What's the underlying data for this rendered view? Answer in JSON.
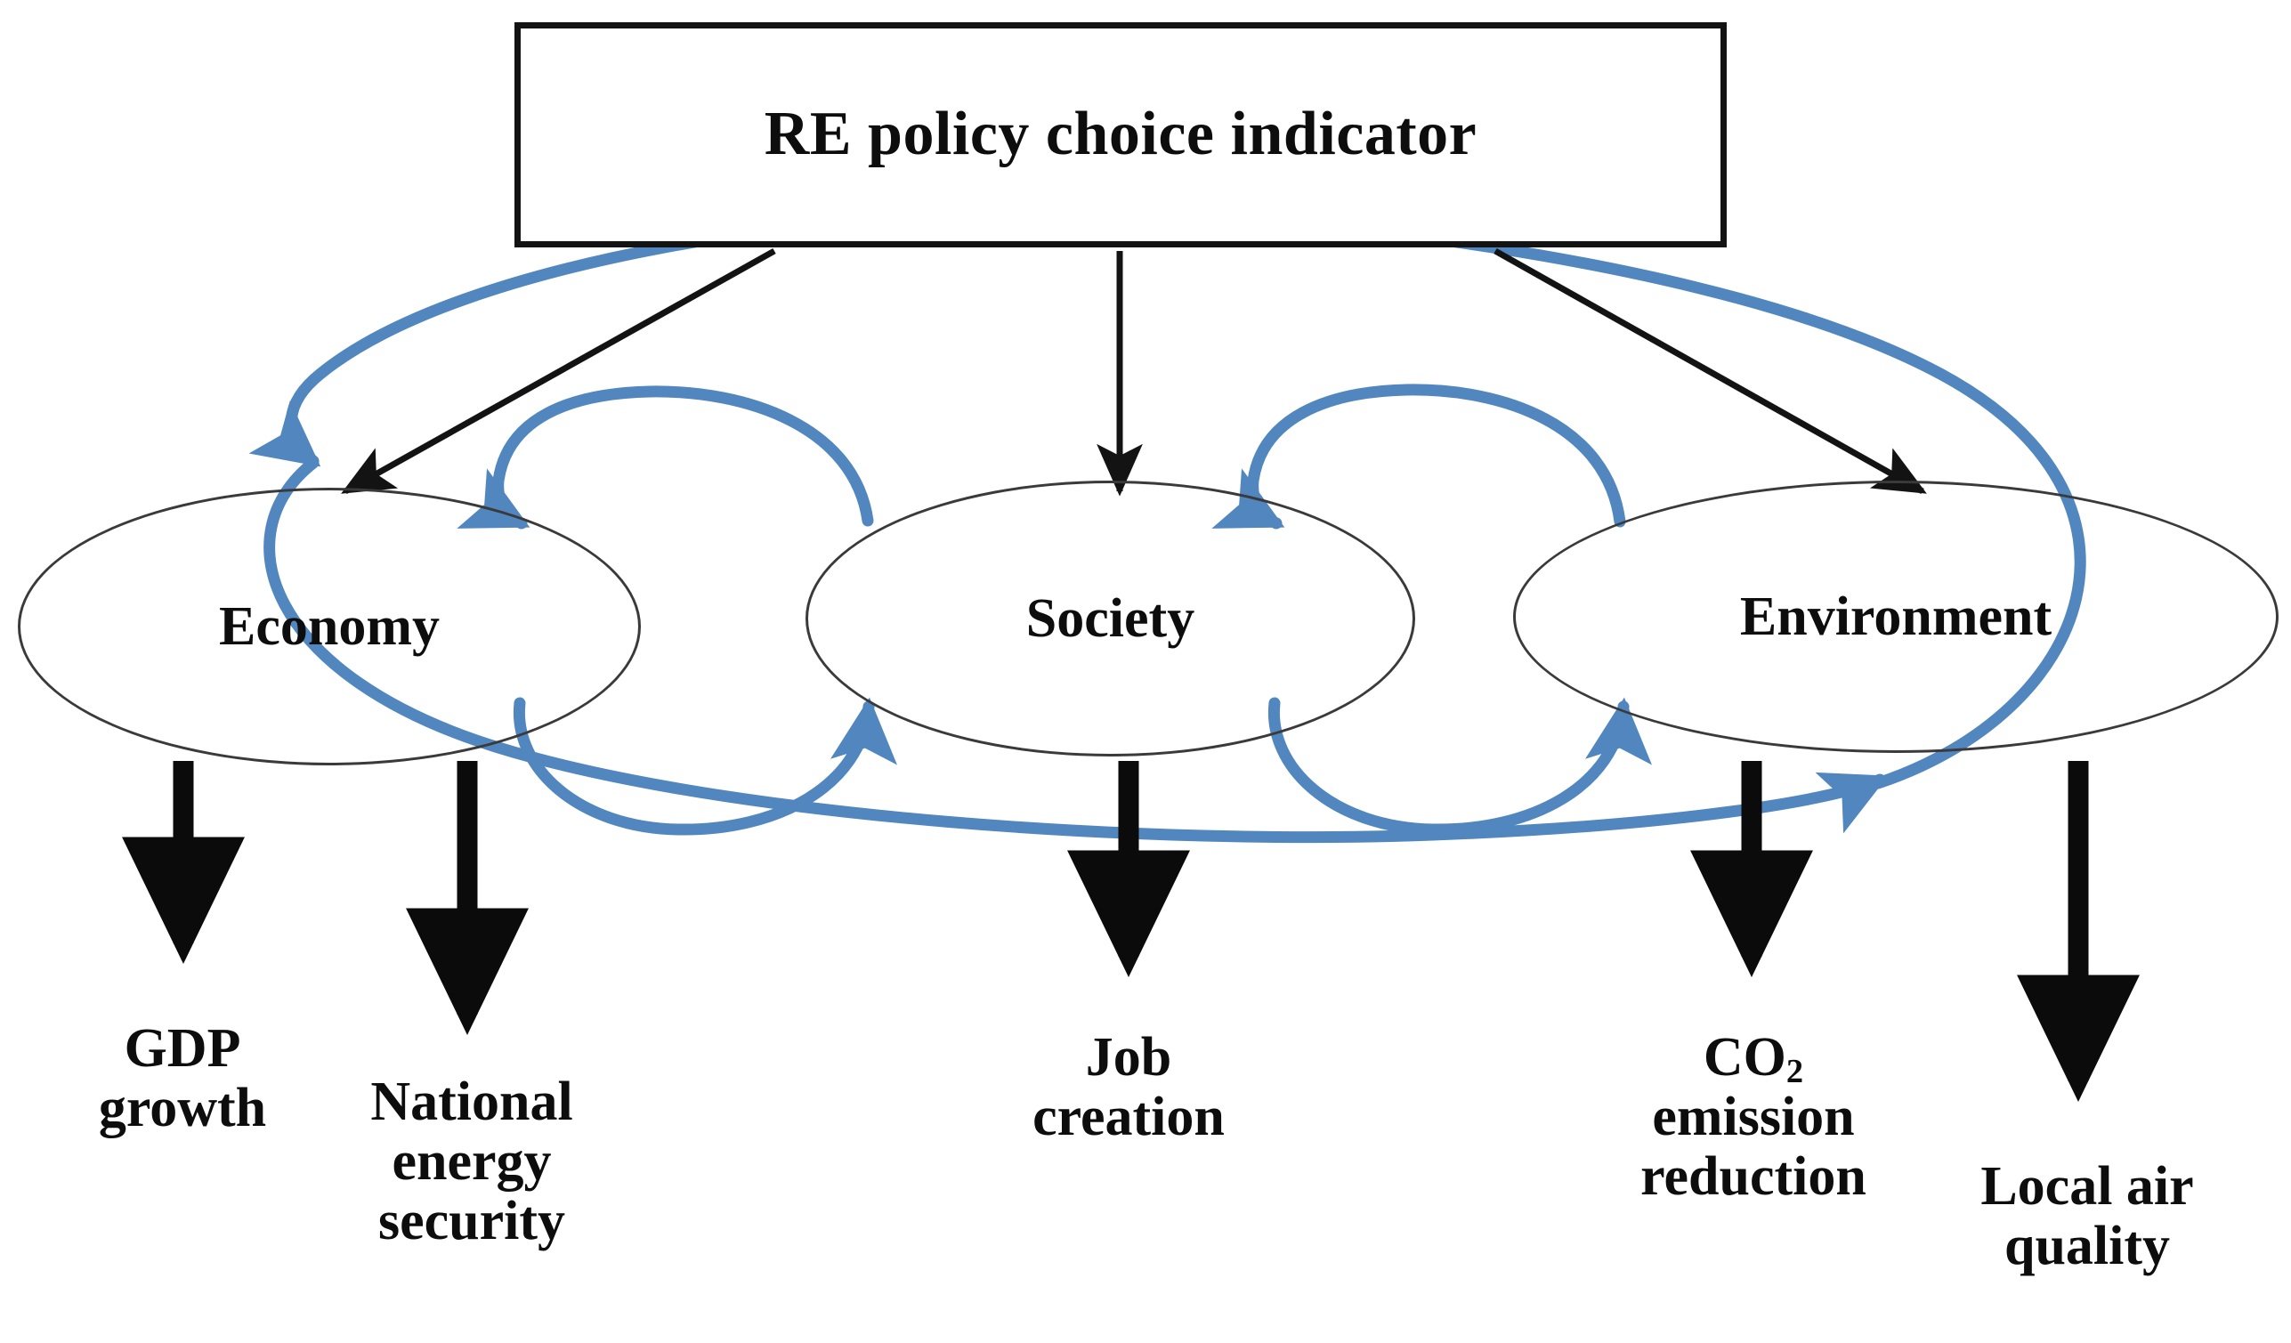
{
  "diagram": {
    "title_box": {
      "label": "RE policy choice indicator"
    },
    "pillars": [
      {
        "id": "economy",
        "label": "Economy"
      },
      {
        "id": "society",
        "label": "Society"
      },
      {
        "id": "environment",
        "label": "Environment"
      }
    ],
    "outcomes": [
      {
        "id": "gdp-growth",
        "label": "GDP\ngrowth",
        "parent": "economy"
      },
      {
        "id": "national-energy-security",
        "label": "National\nenergy\nsecurity",
        "parent": "economy"
      },
      {
        "id": "job-creation",
        "label": "Job\ncreation",
        "parent": "society"
      },
      {
        "id": "co2-emission-reduction",
        "label_before": "CO",
        "label_sub": "2",
        "label_after": "\nemission\nreduction",
        "parent": "environment"
      },
      {
        "id": "local-air-quality",
        "label": "Local air\nquality",
        "parent": "environment"
      }
    ],
    "connectors": {
      "policy_to_pillar": [
        {
          "from": "title_box",
          "to": "economy",
          "style": "thin-black-arrow"
        },
        {
          "from": "title_box",
          "to": "society",
          "style": "thin-black-arrow"
        },
        {
          "from": "title_box",
          "to": "environment",
          "style": "thin-black-arrow"
        }
      ],
      "pillar_to_outcome": [
        {
          "from": "economy",
          "to": "gdp-growth",
          "style": "thick-black-arrow"
        },
        {
          "from": "economy",
          "to": "national-energy-security",
          "style": "thick-black-arrow"
        },
        {
          "from": "society",
          "to": "job-creation",
          "style": "thick-black-arrow"
        },
        {
          "from": "environment",
          "to": "co2-emission-reduction",
          "style": "thick-black-arrow"
        },
        {
          "from": "environment",
          "to": "local-air-quality",
          "style": "thick-black-arrow"
        }
      ],
      "feedback_loops": [
        {
          "between": [
            "economy",
            "society"
          ],
          "style": "blue-bidirectional-arc"
        },
        {
          "between": [
            "society",
            "environment"
          ],
          "style": "blue-bidirectional-arc"
        },
        {
          "between": [
            "economy",
            "environment"
          ],
          "style": "blue-outer-bidirectional-loop"
        }
      ]
    },
    "colors": {
      "loop_blue": "#5186be",
      "outline_black": "#131313",
      "ellipse_stroke": "#3a3a3a",
      "text": "#0d0d0d",
      "background": "#ffffff"
    }
  }
}
